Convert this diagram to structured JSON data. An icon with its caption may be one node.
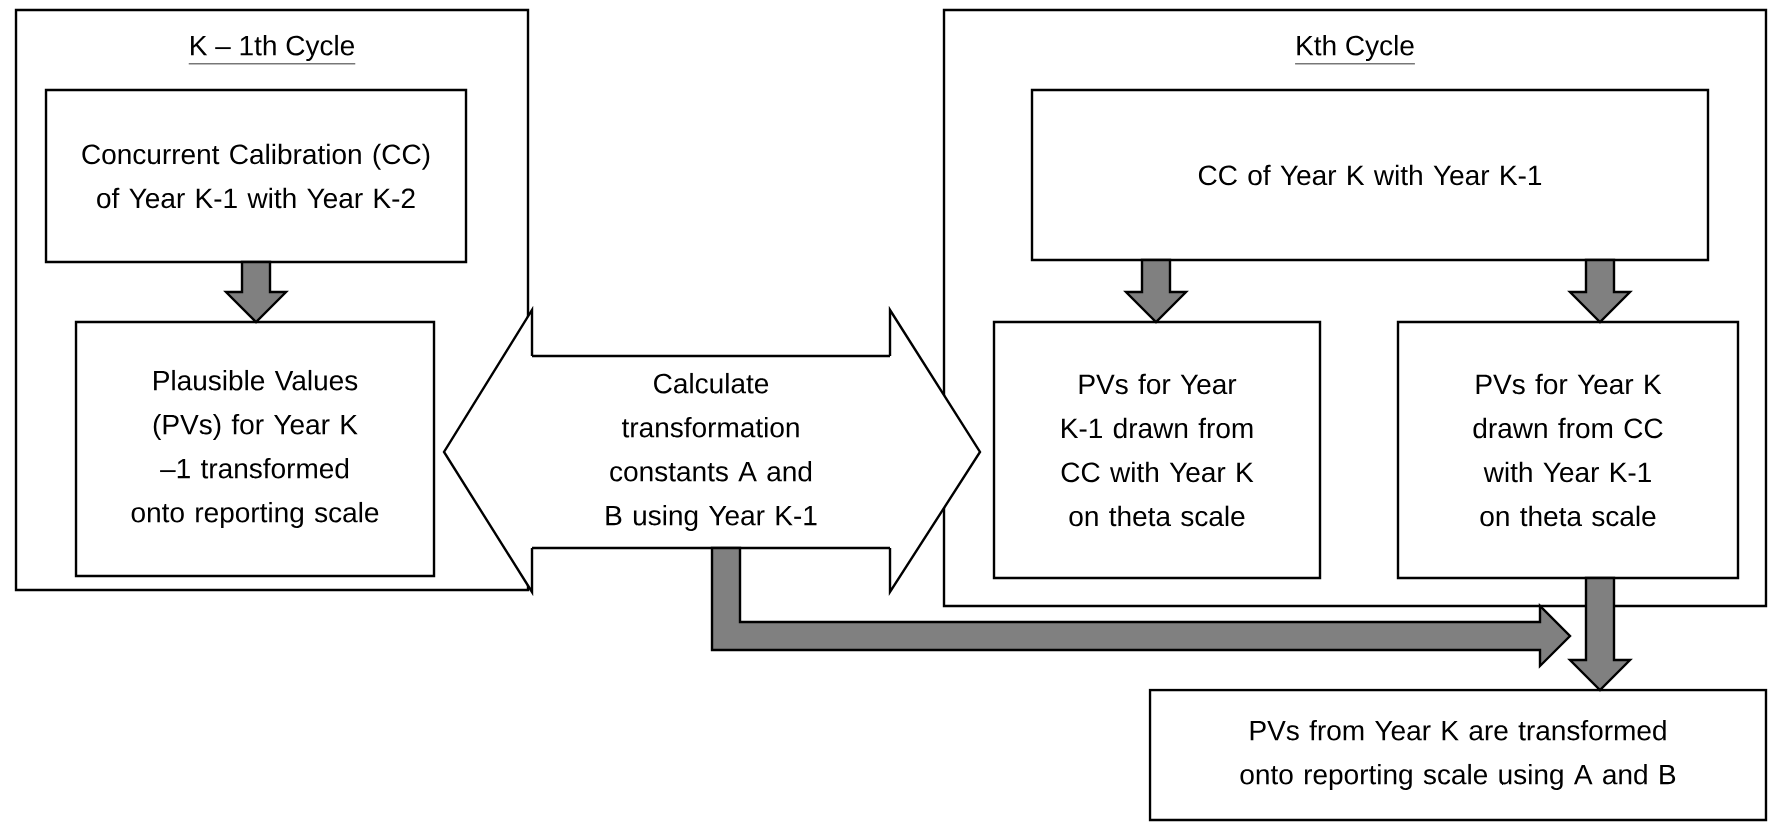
{
  "diagram": {
    "nodes": [
      {
        "text": [
          "K – 1th Cycle"
        ]
      },
      {
        "text": [
          "Concurrent Calibration (CC) of Year K-1 with Year K-2"
        ],
        "in": 0
      },
      {
        "text": [
          "Plausible Values (PVs) for Year K –1 transformed onto reporting scale"
        ],
        "in": 0
      },
      {
        "text": [
          "Calculate transformation constants A and B using Year K-1"
        ]
      },
      {
        "text": [
          "Kth Cycle"
        ]
      },
      {
        "text": [
          "CC of Year K with Year K-1"
        ],
        "in": 4
      },
      {
        "text": [
          "PVs for Year K-1 drawn from CC with Year K on theta scale"
        ],
        "in": 4
      },
      {
        "text": [
          "PVs for Year K drawn from CC with Year K-1 on theta scale"
        ],
        "in": 4
      },
      {
        "text": [
          "PVs from Year K are transformed onto reporting scale using A and B"
        ]
      }
    ],
    "edges": [
      {
        "from": 1,
        "to": 2,
        "arrow": "to"
      },
      {
        "from": 5,
        "to": 6,
        "arrow": "to"
      },
      {
        "from": 5,
        "to": 7,
        "arrow": "to"
      },
      {
        "from": 3,
        "to": 8,
        "arrow": "to"
      },
      {
        "from": 7,
        "to": 8,
        "arrow": "to"
      },
      {
        "from": 3,
        "to": 2,
        "arrow": "to"
      },
      {
        "from": 3,
        "to": 6,
        "arrow": "to"
      }
    ]
  }
}
